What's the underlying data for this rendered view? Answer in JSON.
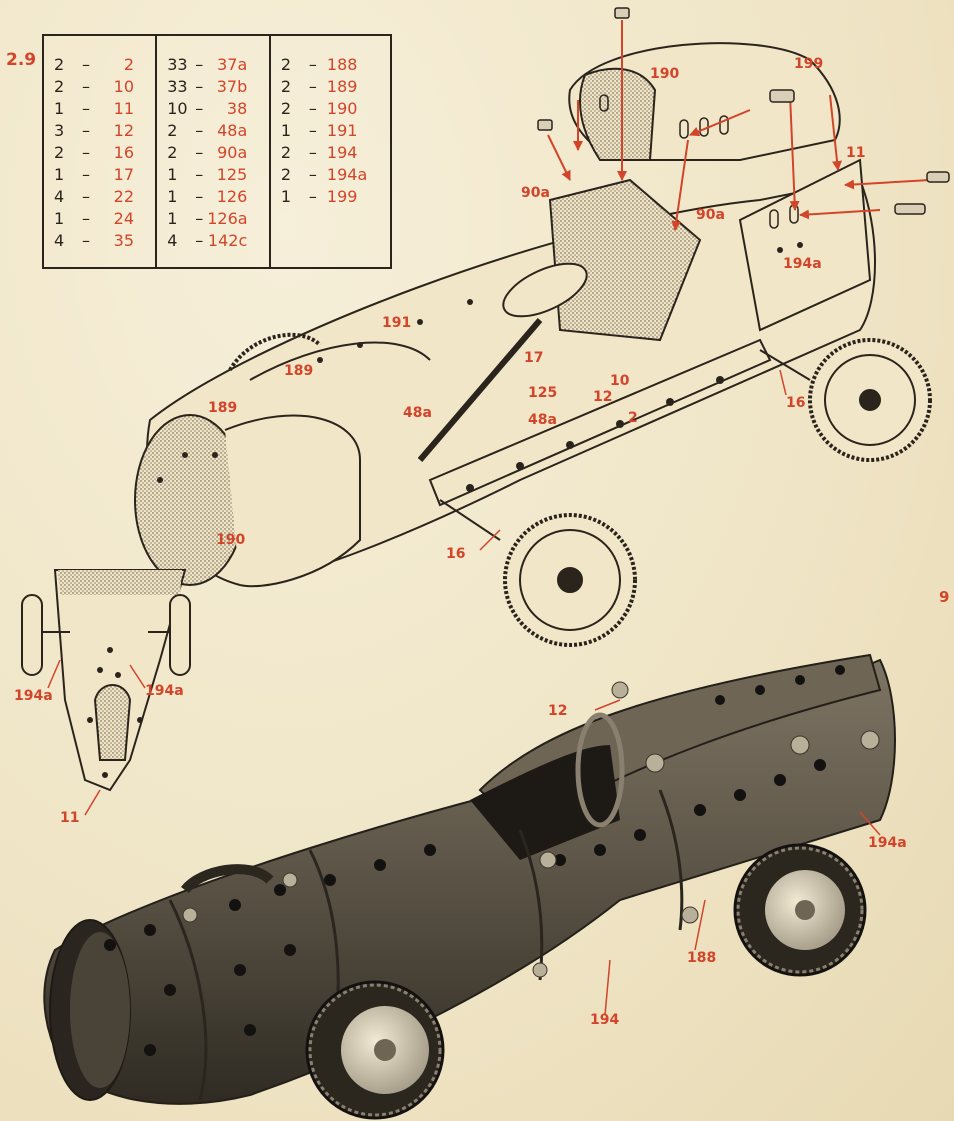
{
  "model_number": "2.9",
  "page_number": "9",
  "parts_list": {
    "columns": [
      [
        {
          "qty": "2",
          "part": "2"
        },
        {
          "qty": "2",
          "part": "10"
        },
        {
          "qty": "1",
          "part": "11"
        },
        {
          "qty": "3",
          "part": "12"
        },
        {
          "qty": "2",
          "part": "16"
        },
        {
          "qty": "1",
          "part": "17"
        },
        {
          "qty": "4",
          "part": "22"
        },
        {
          "qty": "1",
          "part": "24"
        },
        {
          "qty": "4",
          "part": "35"
        }
      ],
      [
        {
          "qty": "33",
          "part": "37a"
        },
        {
          "qty": "33",
          "part": "37b"
        },
        {
          "qty": "10",
          "part": "38"
        },
        {
          "qty": "2",
          "part": "48a"
        },
        {
          "qty": "2",
          "part": "90a"
        },
        {
          "qty": "1",
          "part": "125"
        },
        {
          "qty": "1",
          "part": "126"
        },
        {
          "qty": "1",
          "part": "126a"
        },
        {
          "qty": "4",
          "part": "142c"
        }
      ],
      [
        {
          "qty": "2",
          "part": "188"
        },
        {
          "qty": "2",
          "part": "189"
        },
        {
          "qty": "2",
          "part": "190"
        },
        {
          "qty": "1",
          "part": "191"
        },
        {
          "qty": "2",
          "part": "194"
        },
        {
          "qty": "2",
          "part": "194a"
        },
        {
          "qty": "1",
          "part": "199"
        }
      ]
    ]
  },
  "exploded_view_labels": {
    "p190_top": "190",
    "p199": "199",
    "p11_top": "11",
    "p90a_left": "90a",
    "p90a_right": "90a",
    "p194a_right": "194a",
    "p191": "191",
    "p189_upper": "189",
    "p189_lower": "189",
    "p17": "17",
    "p125": "125",
    "p48a_left": "48a",
    "p48a_right": "48a",
    "p10": "10",
    "p12": "12",
    "p2": "2",
    "p16_right": "16",
    "p190_bottom": "190",
    "p16_front": "16"
  },
  "underside_view_labels": {
    "p194a_left": "194a",
    "p194a_right": "194a",
    "p11": "11"
  },
  "photo_labels": {
    "p12": "12",
    "p194a": "194a",
    "p188": "188",
    "p194": "194"
  },
  "colors": {
    "ink": "#2b241c",
    "callout_red": "#d2452a",
    "paper": "#f2e9cf",
    "photo_metal": "#5e5648"
  }
}
